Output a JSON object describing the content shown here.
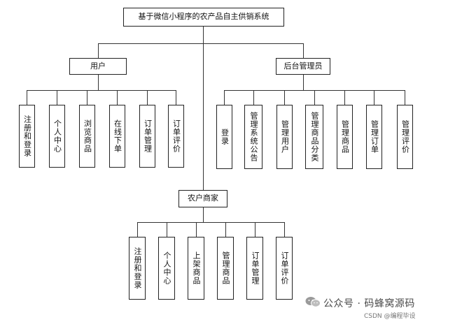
{
  "diagram": {
    "root": "基于微信小程序的农产品自主供销系统",
    "user": {
      "title": "用户",
      "items": [
        "注册和登录",
        "个人中心",
        "浏览商品",
        "在线下单",
        "订单管理",
        "订单评价"
      ]
    },
    "admin": {
      "title": "后台管理员",
      "items": [
        "登录",
        "管理系统公告",
        "管理用户",
        "管理商品分类",
        "管理商品",
        "管理订单",
        "管理评价"
      ]
    },
    "farmer": {
      "title": "农户商家",
      "items": [
        "注册和登录",
        "个人中心",
        "上架商品",
        "管理商品",
        "订单管理",
        "订单评价"
      ]
    }
  },
  "watermark": {
    "main": "公众号 · 码蜂窝源码",
    "sub": "CSDN @编程毕设"
  }
}
